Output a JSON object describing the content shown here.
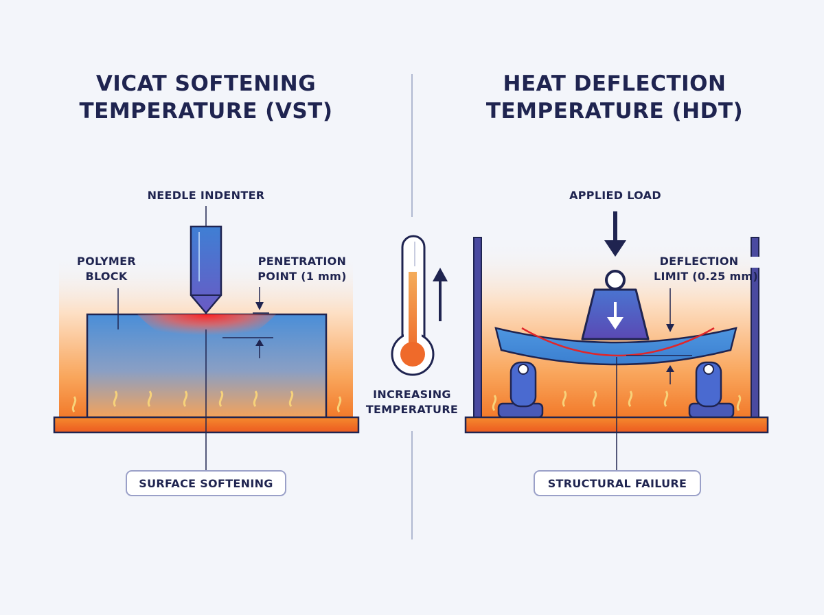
{
  "left": {
    "title_line1": "VICAT SOFTENING",
    "title_line2": "TEMPERATURE (VST)",
    "needle_label": "NEEDLE INDENTER",
    "block_label_line1": "POLYMER",
    "block_label_line2": "BLOCK",
    "penetration_line1": "PENETRATION",
    "penetration_line2": "POINT (1 mm)",
    "result_badge": "SURFACE SOFTENING"
  },
  "center": {
    "temp_line1": "INCREASING",
    "temp_line2": "TEMPERATURE"
  },
  "right": {
    "title_line1": "HEAT DEFLECTION",
    "title_line2": "TEMPERATURE (HDT)",
    "load_label": "APPLIED LOAD",
    "deflection_line1": "DEFLECTION",
    "deflection_line2": "LIMIT (0.25 mm)",
    "result_badge": "STRUCTURAL FAILURE"
  },
  "icons": {
    "thermometer": "thermometer-icon",
    "up_arrow": "up-arrow-icon",
    "down_arrow": "down-arrow-icon",
    "flame": "flame-icon",
    "weight": "weight-icon"
  },
  "colors": {
    "navy": "#1f2450",
    "blue": "#3b7fd0",
    "purple": "#5a4fb0",
    "orange": "#f08a2e",
    "red_hot": "#ff2a2a",
    "background": "#f3f5fa"
  }
}
